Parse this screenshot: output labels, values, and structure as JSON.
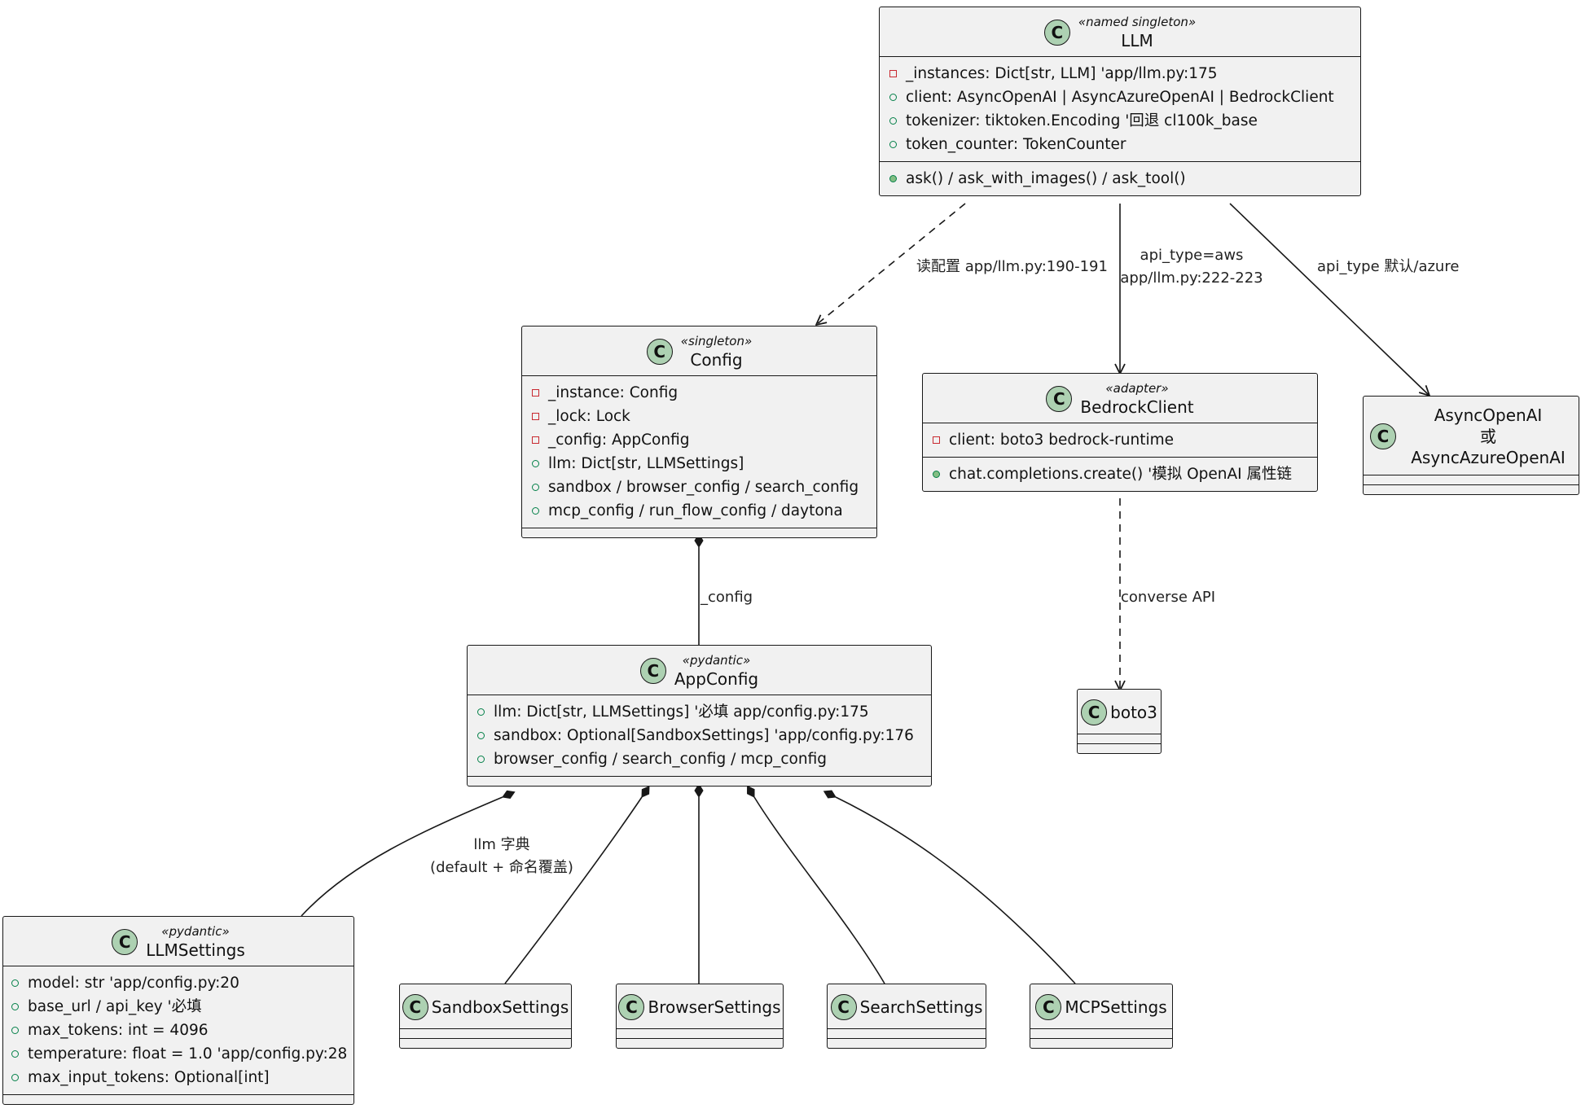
{
  "diagram": {
    "classes": {
      "llm": {
        "stereotype": "«named singleton»",
        "name": "LLM",
        "attributes": [
          {
            "visibility": "private",
            "text": "_instances: Dict[str, LLM] 'app/llm.py:175"
          },
          {
            "visibility": "public",
            "text": "client: AsyncOpenAI | AsyncAzureOpenAI | BedrockClient"
          },
          {
            "visibility": "public",
            "text": "tokenizer: tiktoken.Encoding '回退 cl100k_base"
          },
          {
            "visibility": "public",
            "text": "token_counter: TokenCounter"
          }
        ],
        "methods": [
          {
            "visibility": "public",
            "text": "ask() / ask_with_images() / ask_tool()"
          }
        ]
      },
      "config": {
        "stereotype": "«singleton»",
        "name": "Config",
        "attributes": [
          {
            "visibility": "private",
            "text": "_instance: Config"
          },
          {
            "visibility": "private",
            "text": "_lock: Lock"
          },
          {
            "visibility": "private",
            "text": "_config: AppConfig"
          },
          {
            "visibility": "public",
            "text": "llm: Dict[str, LLMSettings]"
          },
          {
            "visibility": "public",
            "text": "sandbox / browser_config / search_config"
          },
          {
            "visibility": "public",
            "text": "mcp_config / run_flow_config / daytona"
          }
        ],
        "methods": []
      },
      "bedrock": {
        "stereotype": "«adapter»",
        "name": "BedrockClient",
        "attributes": [
          {
            "visibility": "private",
            "text": "client: boto3 bedrock-runtime"
          }
        ],
        "methods": [
          {
            "visibility": "public",
            "text": "chat.completions.create() '模拟 OpenAI 属性链"
          }
        ]
      },
      "asyncopenai": {
        "name_line1": "AsyncOpenAI",
        "name_line2": "或 AsyncAzureOpenAI"
      },
      "appconfig": {
        "stereotype": "«pydantic»",
        "name": "AppConfig",
        "attributes": [
          {
            "visibility": "public",
            "text": "llm: Dict[str, LLMSettings] '必填 app/config.py:175"
          },
          {
            "visibility": "public",
            "text": "sandbox: Optional[SandboxSettings] 'app/config.py:176"
          },
          {
            "visibility": "public",
            "text": "browser_config / search_config / mcp_config"
          }
        ],
        "methods": []
      },
      "boto3": {
        "name": "boto3"
      },
      "llmsettings": {
        "stereotype": "«pydantic»",
        "name": "LLMSettings",
        "attributes": [
          {
            "visibility": "public",
            "text": "model: str 'app/config.py:20"
          },
          {
            "visibility": "public",
            "text": "base_url / api_key '必填"
          },
          {
            "visibility": "public",
            "text": "max_tokens: int = 4096"
          },
          {
            "visibility": "public",
            "text": "temperature: float = 1.0 'app/config.py:28"
          },
          {
            "visibility": "public",
            "text": "max_input_tokens: Optional[int]"
          }
        ],
        "methods": []
      },
      "sandboxsettings": {
        "name": "SandboxSettings"
      },
      "browsersettings": {
        "name": "BrowserSettings"
      },
      "searchsettings": {
        "name": "SearchSettings"
      },
      "mcpsettings": {
        "name": "MCPSettings"
      }
    },
    "class_icon_letter": "C",
    "edge_labels": {
      "llm_config": "读配置 app/llm.py:190-191",
      "llm_bedrock_line1": "api_type=aws",
      "llm_bedrock_line2": "app/llm.py:222-223",
      "llm_openai": "api_type 默认/azure",
      "config_appconfig": "_config",
      "bedrock_boto3": "converse API",
      "appconfig_llmsettings_line1": "llm 字典",
      "appconfig_llmsettings_line2": "(default + 命名覆盖)"
    },
    "colors": {
      "class_fill": "#f1f1f1",
      "class_border": "#181818",
      "class_icon": "#add1b2",
      "private_marker": "#c82930",
      "public_marker": "#038048",
      "public_method_fill": "#84be84"
    }
  }
}
